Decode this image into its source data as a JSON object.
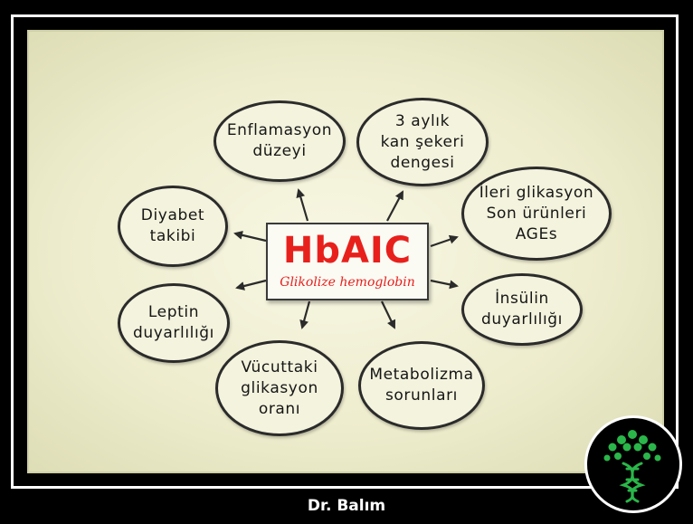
{
  "center": {
    "title": "HbAIC",
    "subtitle": "Glikolize hemoglobin"
  },
  "nodes": {
    "enflamasyon": "Enflamasyon\ndüzeyi",
    "kan_sekeri": "3 aylık\nkan şekeri\ndengesi",
    "diyabet": "Diyabet\ntakibi",
    "ileri_glikasyon": "İleri glikasyon\nSon ürünleri\nAGEs",
    "leptin": "Leptin\nduyarlılığı",
    "insulin": "İnsülin\nduyarlılığı",
    "vucut_glikasyon": "Vücuttaki\nglikasyon\noranı",
    "metabolizma": "Metabolizma\nsorunları"
  },
  "footer": {
    "author": "Dr. Balım"
  },
  "colors": {
    "accent_red": "#e8201c",
    "background": "#000000",
    "canvas": "#eeedce"
  },
  "icons": {
    "logo": "tree-dna-logo-icon"
  }
}
